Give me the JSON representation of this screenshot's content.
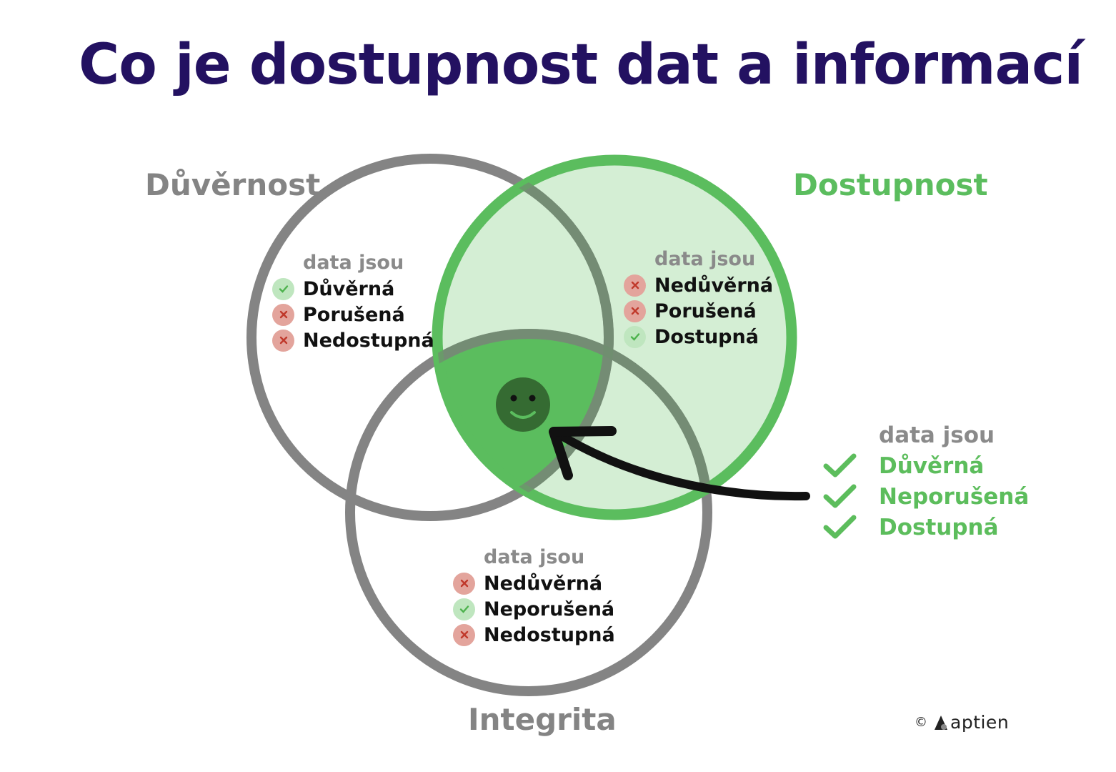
{
  "title": "Co je dostupnost dat a informací",
  "colors": {
    "title": "#231161",
    "gray_ring": "#848484",
    "green_ring": "#5bbd5e",
    "green_light_fill": "#d4eed4",
    "green_center_fill": "#5bbd5e",
    "smiley": "#356b32"
  },
  "sets": {
    "confidentiality": {
      "label": "Důvěrnost",
      "header": "data jsou",
      "items": [
        {
          "status": "yes",
          "text": "Důvěrná"
        },
        {
          "status": "no",
          "text": "Porušená"
        },
        {
          "status": "no",
          "text": "Nedostupná"
        }
      ]
    },
    "availability": {
      "label": "Dostupnost",
      "header": "data jsou",
      "items": [
        {
          "status": "no",
          "text": "Nedůvěrná"
        },
        {
          "status": "no",
          "text": "Porušená"
        },
        {
          "status": "yes",
          "text": "Dostupná"
        }
      ]
    },
    "integrity": {
      "label": "Integrita",
      "header": "data jsou",
      "items": [
        {
          "status": "no",
          "text": "Nedůvěrná"
        },
        {
          "status": "yes",
          "text": "Neporušená"
        },
        {
          "status": "no",
          "text": "Nedostupná"
        }
      ]
    }
  },
  "result": {
    "header": "data jsou",
    "items": [
      "Důvěrná",
      "Neporušená",
      "Dostupná"
    ]
  },
  "center_icon": "smiley-icon",
  "footer": {
    "copyright": "©",
    "brand": "aptien",
    "logo_icon": "aptien-logo-icon"
  }
}
